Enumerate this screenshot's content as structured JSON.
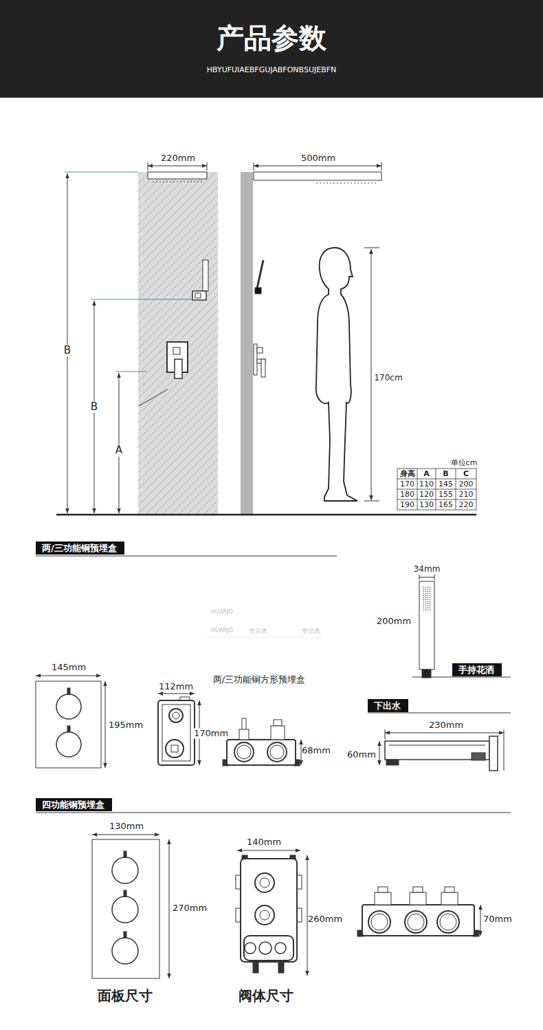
{
  "diagram": {
    "title": "产品参数",
    "nodes": [
      {
        "text": [
          "两/三功能铜预埋盒"
        ]
      },
      {
        "text": [
          "手持花洒"
        ]
      },
      {
        "text": [
          "下出水"
        ]
      },
      {
        "text": [
          "四功能铜预埋盒"
        ]
      }
    ],
    "labels": [
      "HBYUFUIAEBFGUJABFONBSUJEBFN",
      "220mm",
      "500mm",
      "B",
      "B",
      "A",
      "170cm",
      "单位cm",
      "身高",
      "A",
      "B",
      "C",
      "170",
      "110",
      "145",
      "200",
      "180",
      "120",
      "155",
      "210",
      "190",
      "130",
      "165",
      "220",
      "HUARJO",
      "HUARJO",
      "华尔杰",
      "华尔杰",
      "34mm",
      "200mm",
      "145mm",
      "195mm",
      "112mm",
      "两/三功能铜方形预埋盒",
      "170mm",
      "68mm",
      "230mm",
      "60mm",
      "130mm",
      "270mm",
      "140mm",
      "260mm",
      "70mm",
      "面板尺寸",
      "阀体尺寸"
    ]
  }
}
